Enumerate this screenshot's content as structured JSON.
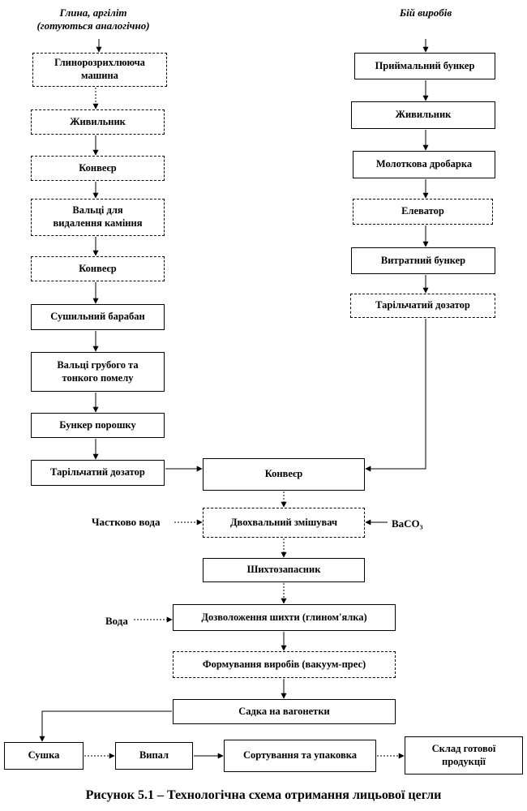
{
  "headers": {
    "left": "Глина, аргіліт\n(готуються аналогічно)",
    "right": "Бій виробів"
  },
  "left_chain": [
    "Глинорозрихлююча\nмашина",
    "Живильник",
    "Конвеєр",
    "Вальці для\nвидалення каміння",
    "Конвеєр",
    "Сушильний барабан",
    "Вальці грубого та\nтонкого помелу",
    "Бункер порошку",
    "Тарільчатий дозатор"
  ],
  "right_chain": [
    "Приймальний бункер",
    "Живильник",
    "Молоткова дробарка",
    "Елеватор",
    "Витратний бункер",
    "Тарільчатий дозатор"
  ],
  "center_chain": [
    "Конвеєр",
    "Двохвальний змішувач",
    "Шихтозапасник",
    "Дозволоження шихти (глином'ялка)",
    "Формування виробів (вакуум-прес)",
    "Садка на вагонетки"
  ],
  "bottom_chain": [
    "Сушка",
    "Випал",
    "Сортування та упаковка",
    "Склад готової\nпродукції"
  ],
  "external_inputs": {
    "partial_water": "Частково вода",
    "baco3": "BaCO₃",
    "water": "Вода"
  },
  "caption": "Рисунок 5.1 – Технологічна схема отримання лицьової цегли"
}
